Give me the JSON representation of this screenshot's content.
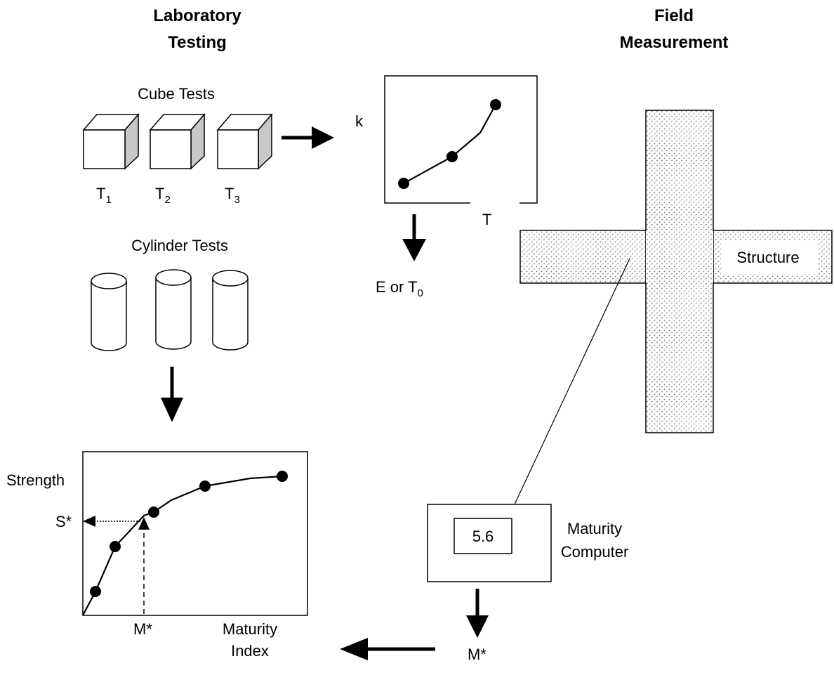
{
  "headings": {
    "laboratory_line1": "Laboratory",
    "laboratory_line2": "Testing",
    "field_line1": "Field",
    "field_line2": "Measurement"
  },
  "cube_tests": {
    "label": "Cube Tests",
    "cubes": [
      {
        "main": "T",
        "sub": "1"
      },
      {
        "main": "T",
        "sub": "2"
      },
      {
        "main": "T",
        "sub": "3"
      }
    ]
  },
  "cylinder_tests": {
    "label": "Cylinder Tests",
    "count": 3
  },
  "k_plot": {
    "ylabel": "k",
    "xlabel": "T",
    "output_main": "E or T",
    "output_sub": "0"
  },
  "strength_plot": {
    "ylabel": "Strength",
    "xlabel_line1": "Maturity",
    "xlabel_line2": "Index",
    "s_marker": "S*",
    "m_marker": "M*"
  },
  "structure": {
    "label": "Structure"
  },
  "maturity_computer": {
    "display_value": "5.6",
    "label_line1": "Maturity",
    "label_line2": "Computer",
    "output_label": "M*"
  },
  "colors": {
    "cube_side_shade": "#c8c8c8",
    "structure_stipple": "#888888"
  }
}
